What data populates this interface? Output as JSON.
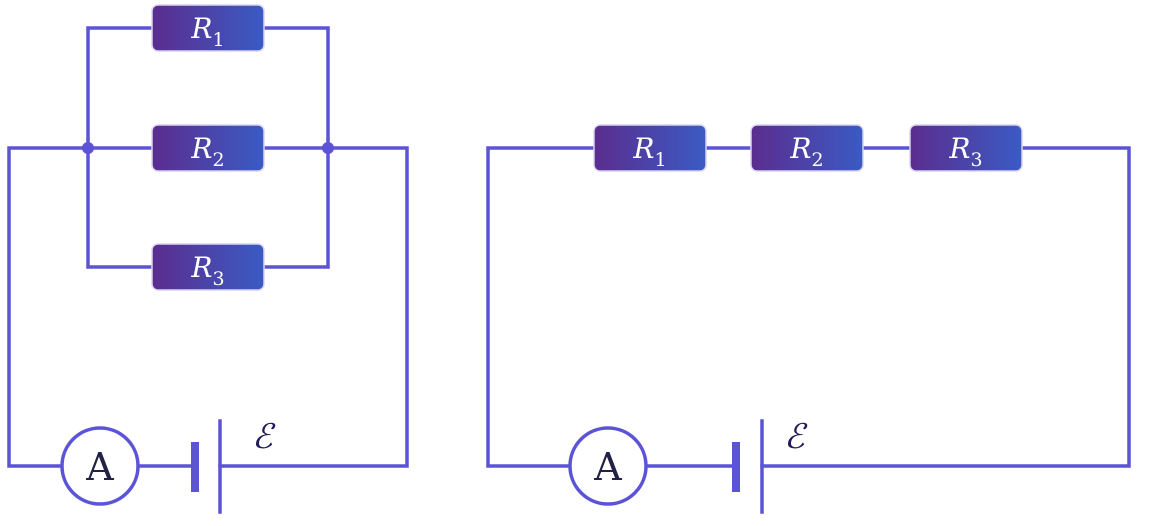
{
  "colors": {
    "wire": "#5c54d6",
    "resistor_gradient_start": "#5b2d8e",
    "resistor_gradient_end": "#3a5bc4",
    "text_dark": "#222244"
  },
  "parallel_circuit": {
    "resistors": [
      {
        "symbol": "R",
        "sub": "1"
      },
      {
        "symbol": "R",
        "sub": "2"
      },
      {
        "symbol": "R",
        "sub": "3"
      }
    ],
    "ammeter_label": "A",
    "emf_label": "ℰ"
  },
  "series_circuit": {
    "resistors": [
      {
        "symbol": "R",
        "sub": "1"
      },
      {
        "symbol": "R",
        "sub": "2"
      },
      {
        "symbol": "R",
        "sub": "3"
      }
    ],
    "ammeter_label": "A",
    "emf_label": "ℰ"
  }
}
